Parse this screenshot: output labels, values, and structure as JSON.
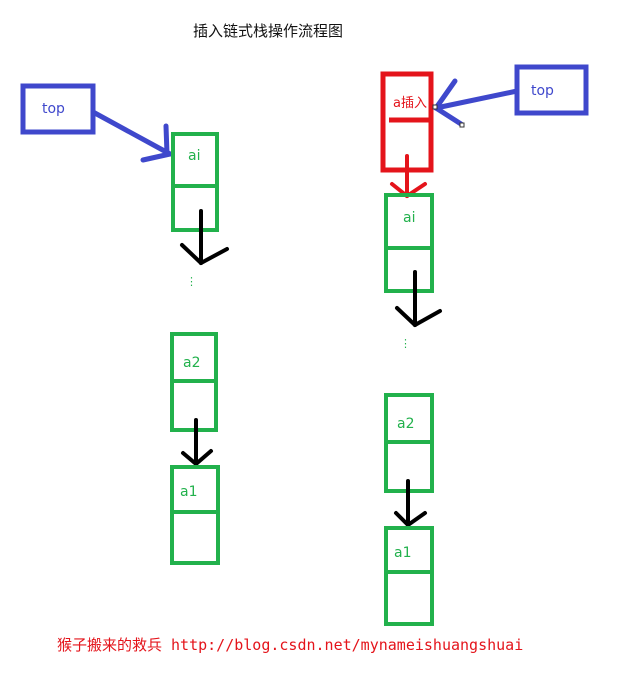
{
  "title": "插入链式栈操作流程图",
  "footer": "猴子搬来的救兵 http://blog.csdn.net/mynameishuangshuai",
  "colors": {
    "node_border": "#22b14c",
    "top_pointer": "#3f48cc",
    "new_node": "#e4141b",
    "link_arrow": "#000000",
    "footer_text": "#e4141b"
  },
  "left_stack": {
    "top_label": "top",
    "nodes": [
      {
        "label": "ai"
      },
      {
        "label": "⋮"
      },
      {
        "label": "a2"
      },
      {
        "label": "a1"
      }
    ]
  },
  "right_stack": {
    "top_label": "top",
    "new_node_label": "a插入",
    "nodes": [
      {
        "label": "ai"
      },
      {
        "label": "⋮"
      },
      {
        "label": "a2"
      },
      {
        "label": "a1"
      }
    ]
  }
}
